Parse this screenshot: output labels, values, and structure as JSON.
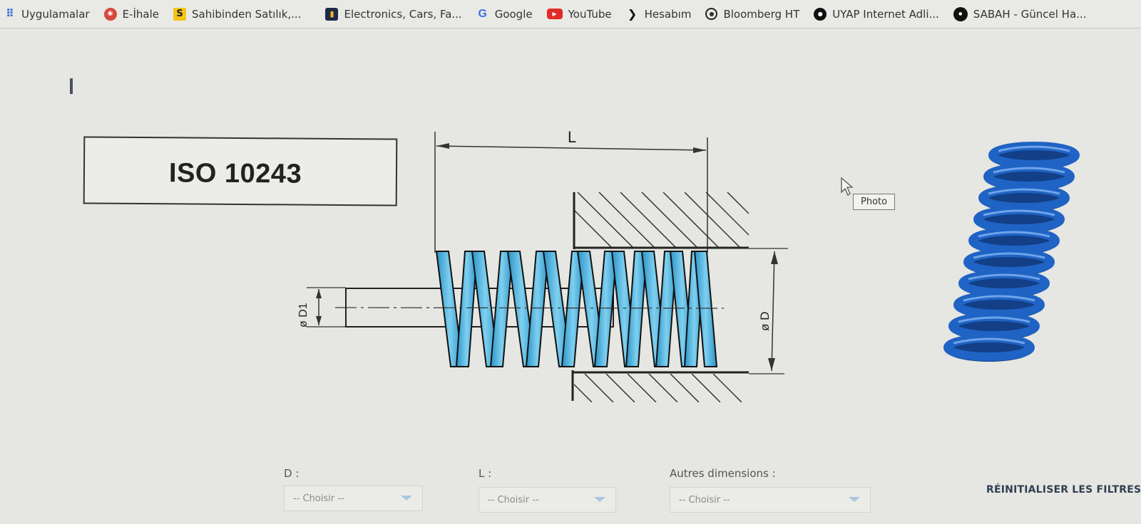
{
  "bookmarks": [
    {
      "label": "Uygulamalar",
      "icon": "apps-grid-icon"
    },
    {
      "label": "E-İhale",
      "icon": "ihale-icon"
    },
    {
      "label": "Sahibinden Satılık,...",
      "icon": "sahibinden-s-icon"
    },
    {
      "label": "Electronics, Cars, Fa...",
      "icon": "shopping-bag-icon"
    },
    {
      "label": "Google",
      "icon": "google-g-icon"
    },
    {
      "label": "YouTube",
      "icon": "youtube-icon"
    },
    {
      "label": "Hesabım",
      "icon": "arrow-icon"
    },
    {
      "label": "Bloomberg HT",
      "icon": "bloomberg-icon"
    },
    {
      "label": "UYAP Internet Adli...",
      "icon": "uyap-icon"
    },
    {
      "label": "SABAH - Güncel Ha...",
      "icon": "sabah-icon"
    }
  ],
  "product": {
    "standard_title": "ISO 10243",
    "photo_label": "Photo"
  },
  "diagram": {
    "label_L": "L",
    "label_D": "ø D",
    "label_D1": "ø D1",
    "spring_color": "#3aa9d8"
  },
  "filters": {
    "d_label": "D :",
    "l_label": "L :",
    "other_label": "Autres dimensions :",
    "placeholder": "-- Choisir --",
    "reset_label": "RÉINITIALISER LES FILTRES"
  },
  "colors": {
    "background": "#e6e6e2",
    "spring_photo": "#1f63c4"
  }
}
